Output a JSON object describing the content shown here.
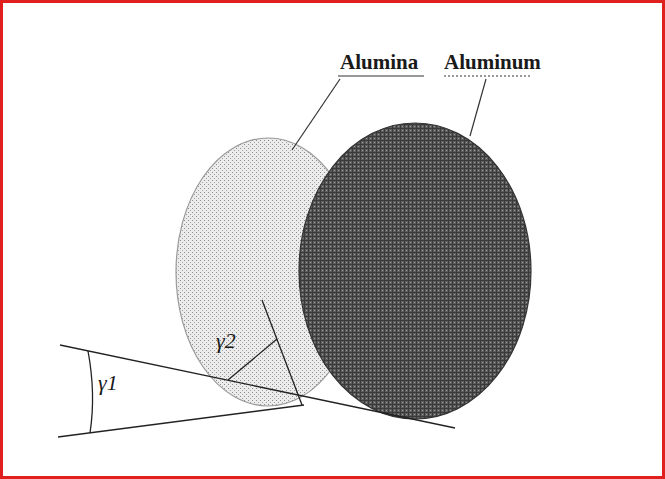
{
  "diagram": {
    "labels": [
      "Alumina",
      "Aluminum",
      "γ1",
      "γ2"
    ]
  }
}
